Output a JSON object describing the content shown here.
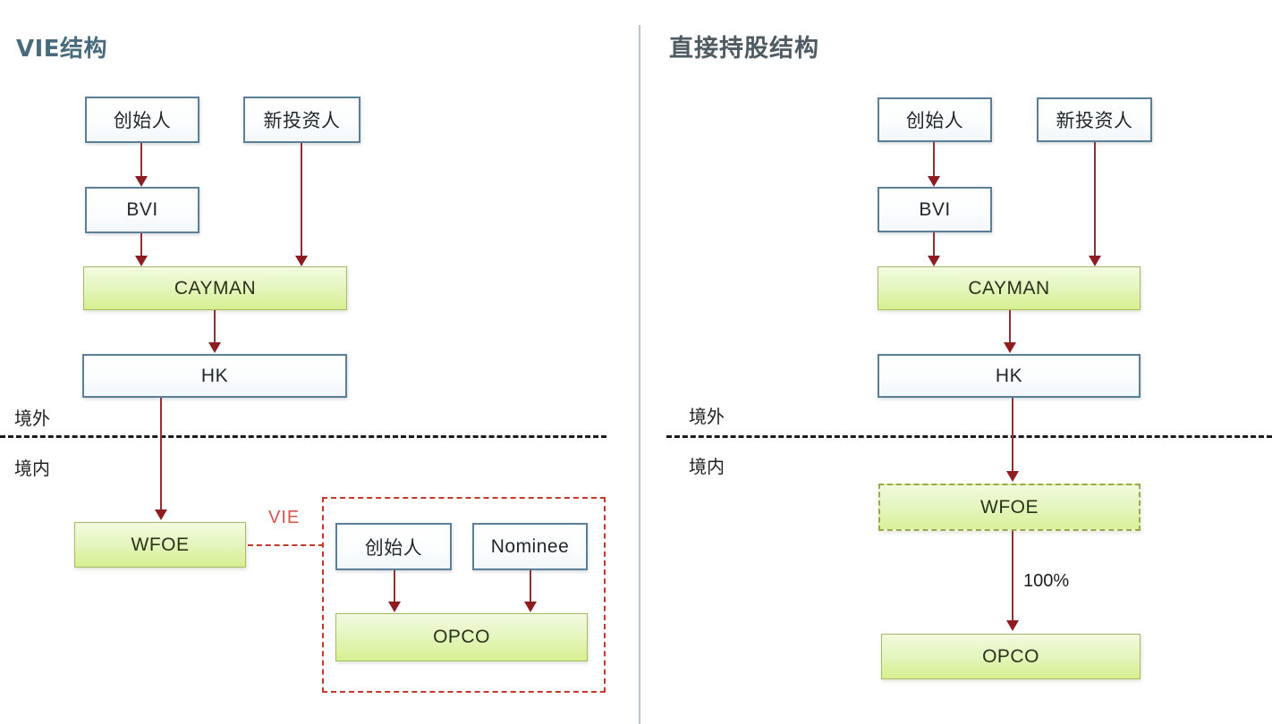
{
  "diagram": {
    "left_panel": {
      "title": "VIE结构",
      "region_labels": {
        "offshore": "境外",
        "onshore": "境内"
      },
      "vie_label": "VIE",
      "nodes": [
        {
          "id": "founder",
          "label": "创始人",
          "style": "blue"
        },
        {
          "id": "investor",
          "label": "新投资人",
          "style": "blue"
        },
        {
          "id": "bvi",
          "label": "BVI",
          "style": "blue"
        },
        {
          "id": "cayman",
          "label": "CAYMAN",
          "style": "green"
        },
        {
          "id": "hk",
          "label": "HK",
          "style": "blue"
        },
        {
          "id": "wfoe",
          "label": "WFOE",
          "style": "green"
        },
        {
          "id": "vie-founder",
          "label": "创始人",
          "style": "blue"
        },
        {
          "id": "nominee",
          "label": "Nominee",
          "style": "blue"
        },
        {
          "id": "opco",
          "label": "OPCO",
          "style": "green"
        }
      ],
      "edges": [
        {
          "from": "founder",
          "to": "bvi",
          "type": "arrow"
        },
        {
          "from": "investor",
          "to": "cayman",
          "type": "arrow"
        },
        {
          "from": "bvi",
          "to": "cayman",
          "type": "arrow"
        },
        {
          "from": "cayman",
          "to": "hk",
          "type": "arrow"
        },
        {
          "from": "hk",
          "to": "wfoe",
          "type": "arrow"
        },
        {
          "from": "wfoe",
          "to": "opco",
          "type": "dashed-control",
          "label": "VIE"
        },
        {
          "from": "vie-founder",
          "to": "opco",
          "type": "arrow"
        },
        {
          "from": "nominee",
          "to": "opco",
          "type": "arrow"
        }
      ]
    },
    "right_panel": {
      "title": "直接持股结构",
      "region_labels": {
        "offshore": "境外",
        "onshore": "境内"
      },
      "nodes": [
        {
          "id": "founder",
          "label": "创始人",
          "style": "blue"
        },
        {
          "id": "investor",
          "label": "新投资人",
          "style": "blue"
        },
        {
          "id": "bvi",
          "label": "BVI",
          "style": "blue"
        },
        {
          "id": "cayman",
          "label": "CAYMAN",
          "style": "green"
        },
        {
          "id": "hk",
          "label": "HK",
          "style": "blue"
        },
        {
          "id": "wfoe",
          "label": "WFOE",
          "style": "green-dashed"
        },
        {
          "id": "opco",
          "label": "OPCO",
          "style": "green"
        }
      ],
      "edges": [
        {
          "from": "founder",
          "to": "bvi",
          "type": "arrow"
        },
        {
          "from": "investor",
          "to": "cayman",
          "type": "arrow"
        },
        {
          "from": "bvi",
          "to": "cayman",
          "type": "arrow"
        },
        {
          "from": "cayman",
          "to": "hk",
          "type": "arrow"
        },
        {
          "from": "hk",
          "to": "wfoe",
          "type": "arrow"
        },
        {
          "from": "wfoe",
          "to": "opco",
          "type": "arrow",
          "label": "100%"
        }
      ],
      "ownership_label": "100%"
    },
    "colors": {
      "blue_border": "#5b7f96",
      "green_fill": "#d6f08f",
      "green_border": "#a8b86a",
      "arrow": "#8e1d22",
      "vie_red": "#c0392b",
      "title_left": "#4a6b7c",
      "title_right": "#4f5b62",
      "divider": "#b9c6cf"
    }
  }
}
